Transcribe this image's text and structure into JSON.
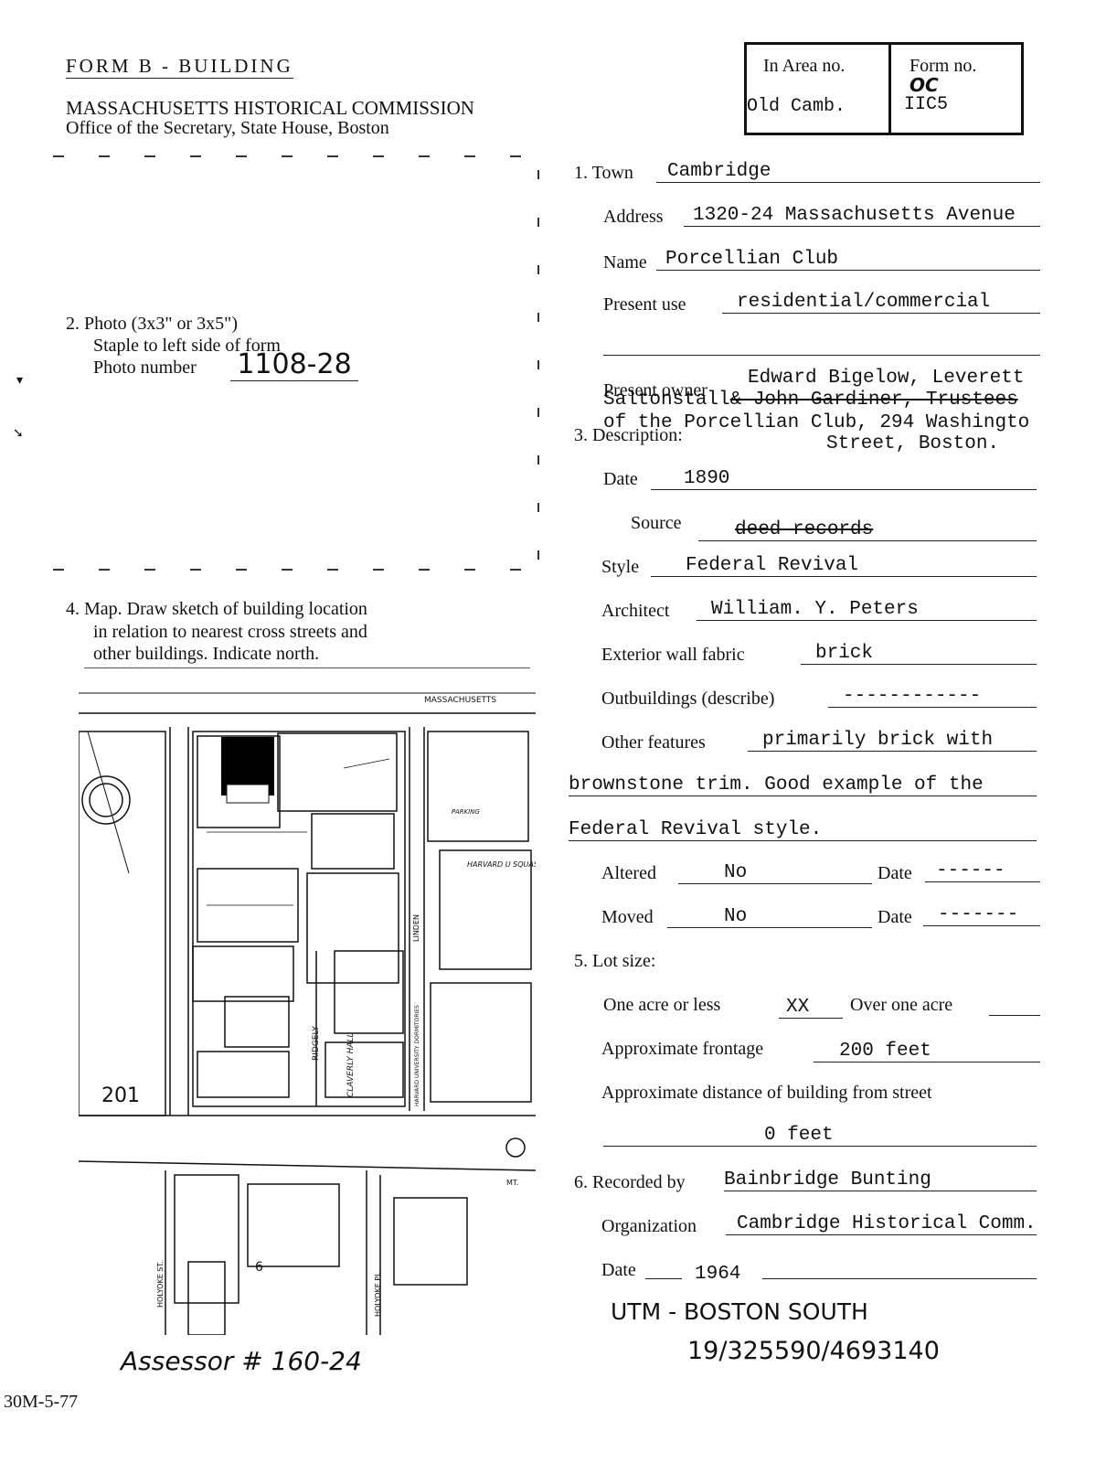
{
  "header": {
    "form_title": "FORM B - BUILDING",
    "org": "MASSACHUSETTS HISTORICAL COMMISSION",
    "office": "Office of the Secretary, State House, Boston"
  },
  "boxes": {
    "area_label": "In Area no.",
    "area_value": "Old Camb.",
    "form_label": "Form no.",
    "form_value_hand": "OC",
    "form_value": "IIC5"
  },
  "photo": {
    "line1": "2. Photo  (3x3\" or 3x5\")",
    "line2": "Staple to left side of form",
    "line3": "Photo number",
    "number": "1108-28"
  },
  "map": {
    "line1": "4. Map.  Draw sketch of building location",
    "line2": "in relation to nearest cross streets and",
    "line3": "other buildings.  Indicate north.",
    "labels": {
      "massachusetts": "MASSACHUSETTS",
      "linden": "LINDEN",
      "ridgely": "RIDGELY",
      "claverly": "CLAVERLY HALL",
      "holyoke_st": "HOLYOKE ST.",
      "holyoke_pl": "HOLYOKE PL.",
      "harvard_squash": "HARVARD U SQUASH C",
      "parking": "PARKING",
      "block_num": "201",
      "lot_num": "6",
      "mt": "MT.",
      "harvard_univ": "HARVARD UNIVERSITY DORMITORIES"
    }
  },
  "assessor": "Assessor # 160-24",
  "footer_code": "30M-5-77",
  "fields": {
    "town_label": "1. Town",
    "town": "Cambridge",
    "address_label": "Address",
    "address": "1320-24 Massachusetts Avenue",
    "name_label": "Name",
    "name": "Porcellian Club",
    "use_label": "Present use",
    "use": "residential/commercial",
    "owner_label": "Present owner",
    "owner_line1": "Edward Bigelow, Leverett",
    "owner_line2a": "Saltonstall",
    "owner_line2b": "& John Gardiner, Trustees",
    "owner_line3": "of the Porcellian Club, 294 Washingto",
    "owner_line4": "Street, Boston.",
    "desc_label": "3. Description:",
    "date_label": "Date",
    "date": "1890",
    "source_label": "Source",
    "source": "deed records",
    "style_label": "Style",
    "style": "Federal Revival",
    "architect_label": "Architect",
    "architect": "William. Y. Peters",
    "wall_label": "Exterior wall fabric",
    "wall": "brick",
    "outbuildings_label": "Outbuildings (describe)",
    "outbuildings": "------------",
    "other_label": "Other features",
    "other1": "primarily brick with",
    "other2": "brownstone trim.  Good example of the",
    "other3": "Federal Revival style.",
    "altered_label": "Altered",
    "altered": "No",
    "altered_date_label": "Date",
    "altered_date": "------",
    "moved_label": "Moved",
    "moved": "No",
    "moved_date_label": "Date",
    "moved_date": "-------",
    "lot_label": "5. Lot size:",
    "one_acre_label": "One acre or less",
    "one_acre": "XX",
    "over_acre_label": "Over one acre",
    "frontage_label": "Approximate frontage",
    "frontage": "200 feet",
    "distance_label": "Approximate distance of building from street",
    "distance": "0 feet",
    "recorded_label": "6. Recorded by",
    "recorded": "Bainbridge Bunting",
    "org_label": "Organization",
    "org": "Cambridge Historical Comm.",
    "rec_date_label": "Date",
    "rec_date": "1964"
  },
  "utm": {
    "line1": "UTM - BOSTON SOUTH",
    "line2": "19/325590/4693140"
  }
}
